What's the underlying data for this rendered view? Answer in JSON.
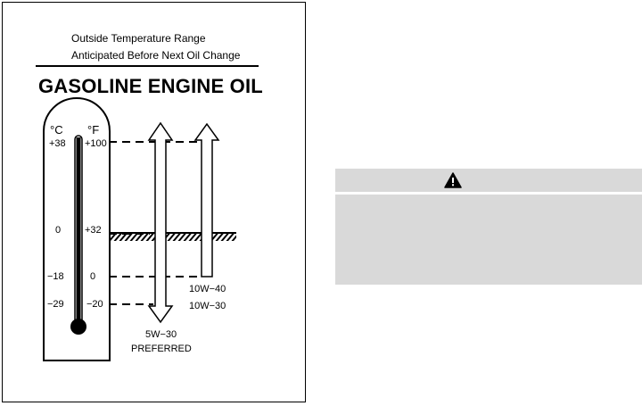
{
  "figure": {
    "range_line1": "Outside Temperature Range",
    "range_line2": "Anticipated Before Next Oil Change",
    "title": "GASOLINE ENGINE OIL",
    "celsius_unit": "°C",
    "fahrenheit_unit": "°F",
    "celsius_ticks": [
      "+38",
      "0",
      "−18",
      "−29"
    ],
    "fahrenheit_ticks": [
      "+100",
      "+32",
      "0",
      "−20"
    ],
    "oil_grades": {
      "grade_10w40": "10W−40",
      "grade_10w30": "10W−30",
      "grade_5w30": "5W−30",
      "preferred": "PREFERRED"
    }
  },
  "warning": {
    "icon": "warning-triangle-icon",
    "background_color": "#d9d9d9"
  }
}
